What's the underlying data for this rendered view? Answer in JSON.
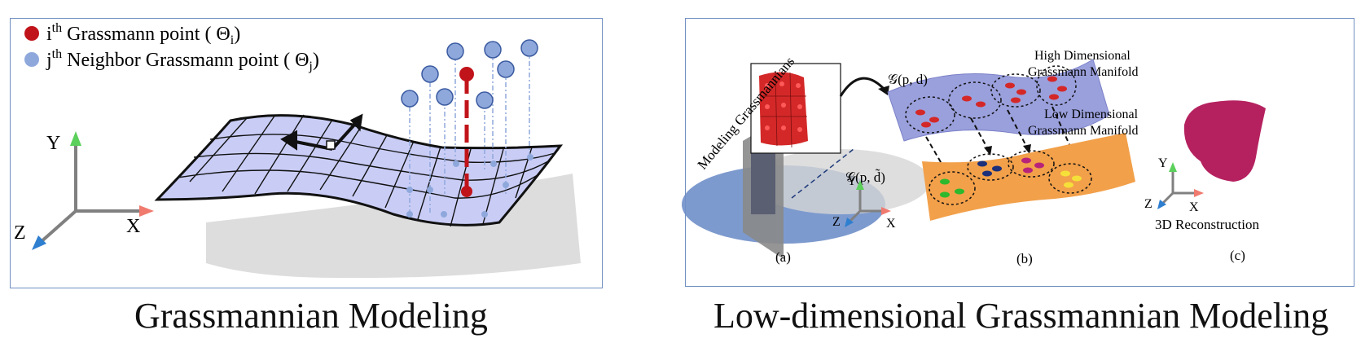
{
  "left": {
    "legend": {
      "item1": {
        "prefix": "i",
        "sup": "th",
        "text": " Grassmann point ( Θ",
        "sub": "i",
        "close": ")"
      },
      "item2": {
        "prefix": "j",
        "sup": "th",
        "text": " Neighbor Grassmann point ( Θ",
        "sub": "j",
        "close": ")"
      }
    },
    "axes": {
      "x": "X",
      "y": "Y",
      "z": "Z"
    },
    "caption": "Grassmannian Modeling"
  },
  "right": {
    "modeling_label": "Modeling Grassmannians",
    "high_label_line1": "High Dimensional",
    "high_label_line2": "Grassmann Manifold",
    "low_label_line1": "Low Dimensional",
    "low_label_line2": "Grassmann Manifold",
    "g_high": "𝒢(p, d)",
    "g_low": "𝒢(p, d̃)",
    "axes_b": {
      "x": "X",
      "y": "Y",
      "z": "Z"
    },
    "axes_c": {
      "x": "X",
      "y": "Y",
      "z": "Z"
    },
    "recon_label": "3D Reconstruction",
    "sub_a": "(a)",
    "sub_b": "(b)",
    "sub_c": "(c)",
    "caption": "Low-dimensional Grassmannian Modeling"
  },
  "colors": {
    "manifold_fill": "#c9cdf6",
    "red_point": "#c0141a",
    "blue_point": "#8fa8dc",
    "axis_gray": "#808080",
    "y_arrow": "#5bd05b",
    "x_arrow": "#f07a6e",
    "z_arrow": "#2f7fd0",
    "orange_manifold": "#f2a04a",
    "purple_manifold": "#9aa0dc",
    "recon_fill": "#b5215f"
  }
}
